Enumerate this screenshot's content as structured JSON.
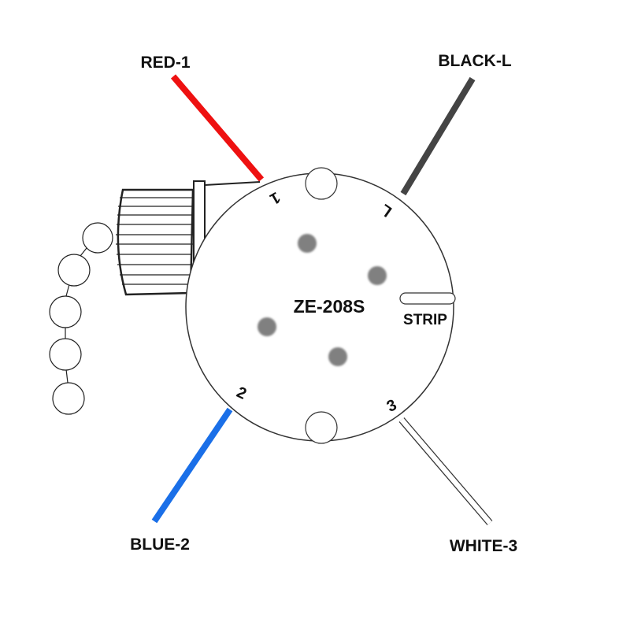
{
  "switch": {
    "model": "ZE-208S",
    "strip_label": "STRIP"
  },
  "wires": [
    {
      "label": "RED-1",
      "terminal": "1",
      "color": "#ee1111"
    },
    {
      "label": "BLACK-L",
      "terminal": "L",
      "color": "#444444"
    },
    {
      "label": "BLUE-2",
      "terminal": "2",
      "color": "#1a6fe8"
    },
    {
      "label": "WHITE-3",
      "terminal": "3",
      "color": "#ffffff"
    }
  ],
  "colors": {
    "outline": "#222222",
    "rivet": "#808080"
  }
}
